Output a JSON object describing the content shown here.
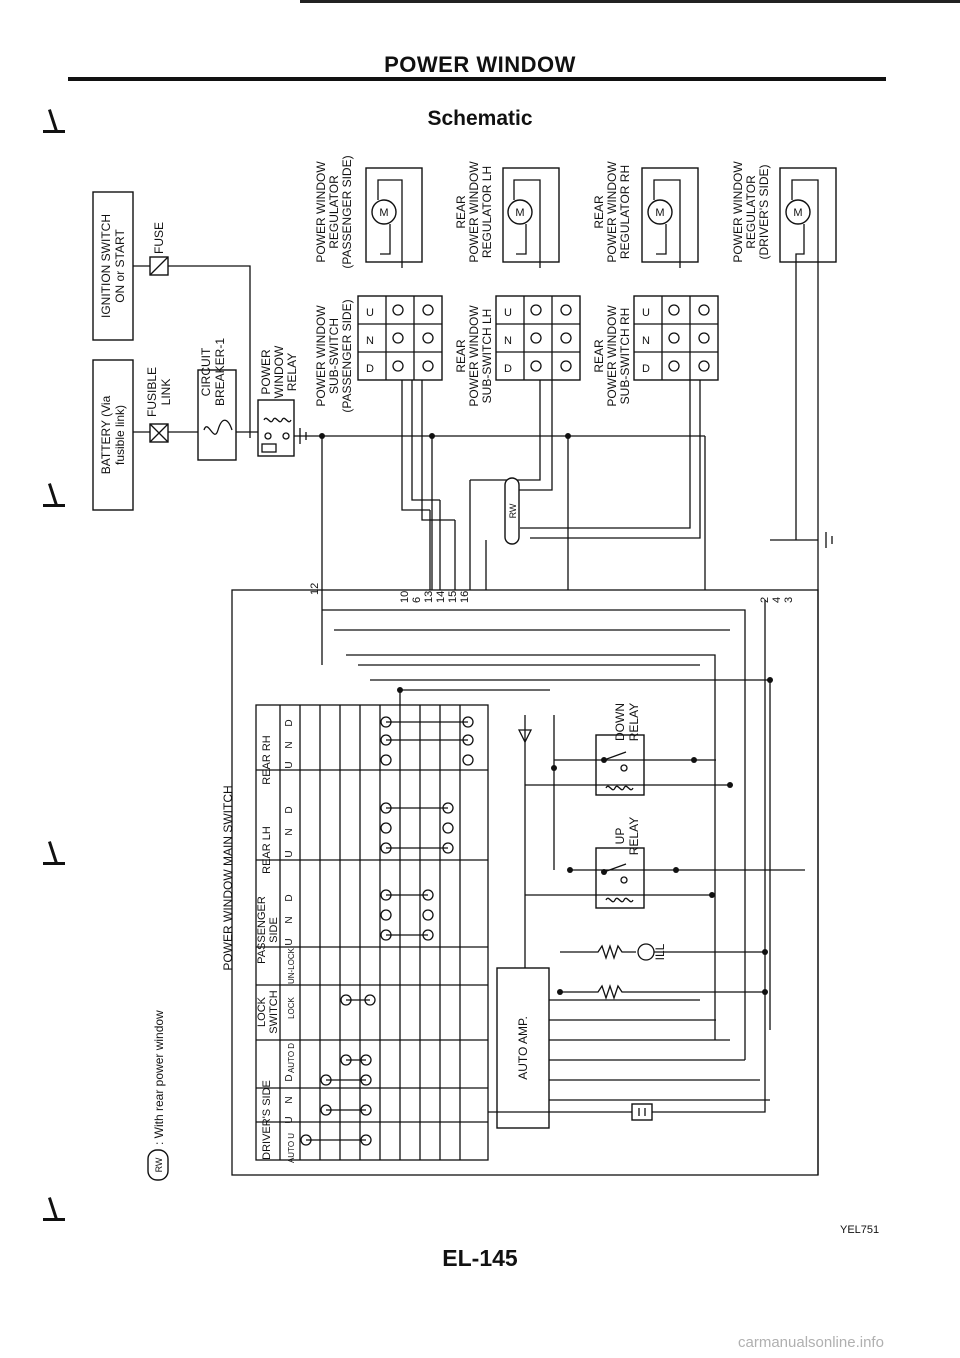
{
  "header": {
    "title": "POWER WINDOW",
    "subtitle": "Schematic"
  },
  "page_number": "EL-145",
  "figure_code": "YEL751",
  "footer_site": "carmanualsonline.info",
  "legend": {
    "badge": "RW",
    "text": ": With rear power window"
  },
  "components": {
    "ignition_switch": {
      "line1": "IGNITION SWITCH",
      "line2": "ON or START"
    },
    "battery": {
      "line1": "BATTERY (Via",
      "line2": "fusible link)"
    },
    "fuse": "FUSE",
    "fusible_link": {
      "line1": "FUSIBLE",
      "line2": "LINK"
    },
    "circuit_breaker": {
      "line1": "CIRCUIT",
      "line2": "BREAKER-1"
    },
    "power_window_relay": {
      "line1": "POWER",
      "line2": "WINDOW",
      "line3": "RELAY"
    },
    "regulator_passenger": {
      "line1": "POWER WINDOW",
      "line2": "REGULATOR",
      "line3": "(PASSENGER SIDE)"
    },
    "regulator_rear_lh": {
      "line1": "REAR",
      "line2": "POWER WINDOW",
      "line3": "REGULATOR LH"
    },
    "regulator_rear_rh": {
      "line1": "REAR",
      "line2": "POWER WINDOW",
      "line3": "REGULATOR RH"
    },
    "regulator_driver": {
      "line1": "POWER WINDOW",
      "line2": "REGULATOR",
      "line3": "(DRIVER'S SIDE)"
    },
    "sub_switch_passenger": {
      "line1": "POWER WINDOW",
      "line2": "SUB-SWITCH",
      "line3": "(PASSENGER SIDE)"
    },
    "sub_switch_rear_lh": {
      "line1": "REAR",
      "line2": "POWER WINDOW",
      "line3": "SUB-SWITCH LH"
    },
    "sub_switch_rear_rh": {
      "line1": "REAR",
      "line2": "POWER WINDOW",
      "line3": "SUB-SWITCH RH"
    },
    "main_switch": "POWER WINDOW MAIN SWITCH",
    "down_relay": {
      "line1": "DOWN",
      "line2": "RELAY"
    },
    "up_relay": {
      "line1": "UP",
      "line2": "RELAY"
    },
    "ill": "ILL",
    "auto_amp": "AUTO AMP.",
    "motor": "M",
    "rw_connector": "RW"
  },
  "sub_switch_positions": [
    "U",
    "N",
    "D"
  ],
  "main_switch_sections": {
    "rear_rh": {
      "label": "REAR RH",
      "positions": [
        "U",
        "N",
        "D"
      ]
    },
    "rear_lh": {
      "label": "REAR LH",
      "positions": [
        "U",
        "N",
        "D"
      ]
    },
    "passenger": {
      "line1": "PASSENGER",
      "line2": "SIDE",
      "positions": [
        "U",
        "N",
        "D"
      ]
    },
    "lock": {
      "line1": "LOCK",
      "line2": "SWITCH",
      "positions": [
        "LOCK",
        "UN-LOCK"
      ]
    },
    "drivers": {
      "label": "DRIVER'S SIDE",
      "positions": [
        "AUTO U",
        "U",
        "N",
        "D",
        "AUTO D"
      ]
    }
  },
  "terminals_top_left": [
    "12"
  ],
  "terminals_top_mid": [
    "10",
    "6",
    "13",
    "14",
    "15",
    "16"
  ],
  "terminals_top_right": [
    "2",
    "4",
    "3"
  ]
}
